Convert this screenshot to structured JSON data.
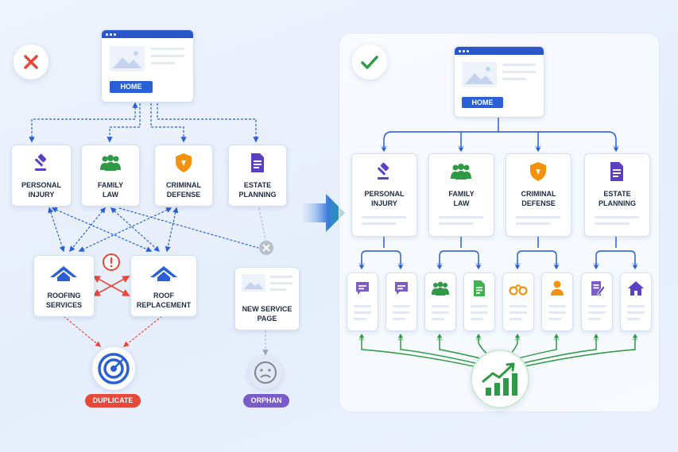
{
  "left": {
    "home_button": "HOME",
    "categories": [
      {
        "line1": "PERSONAL",
        "line2": "INJURY",
        "icon": "gavel-icon"
      },
      {
        "line1": "FAMILY",
        "line2": "LAW",
        "icon": "family-icon"
      },
      {
        "line1": "CRIMINAL",
        "line2": "DEFENSE",
        "icon": "shield-icon"
      },
      {
        "line1": "ESTATE",
        "line2": "PLANNING",
        "icon": "document-icon"
      }
    ],
    "services": [
      {
        "line1": "ROOFING",
        "line2": "SERVICES",
        "icon": "roof-icon"
      },
      {
        "line1": "ROOF",
        "line2": "REPLACEMENT",
        "icon": "roof-icon"
      }
    ],
    "new_page": {
      "line1": "NEW SERVICE",
      "line2": "PAGE"
    },
    "duplicate_label": "DUPLICATE",
    "orphan_label": "ORPHAN"
  },
  "right": {
    "home_button": "HOME",
    "categories": [
      {
        "line1": "PERSONAL",
        "line2": "INJURY",
        "icon": "gavel-icon"
      },
      {
        "line1": "FAMILY",
        "line2": "LAW",
        "icon": "family-icon"
      },
      {
        "line1": "CRIMINAL",
        "line2": "DEFENSE",
        "icon": "shield-icon"
      },
      {
        "line1": "ESTATE",
        "line2": "PLANNING",
        "icon": "document-icon"
      }
    ],
    "subpage_icons": [
      "chat-icon",
      "chat-icon",
      "family-icon",
      "document-icon",
      "handcuffs-icon",
      "person-icon",
      "edit-icon",
      "house-icon"
    ]
  },
  "colors": {
    "primary_blue": "#2a5fd6",
    "error_red": "#e8483a",
    "success_green": "#2f9a45",
    "orphan_purple": "#7a5cc8",
    "gavel_purple": "#5b3fc4",
    "family_green": "#2f9a45",
    "shield_orange": "#f2920f"
  }
}
